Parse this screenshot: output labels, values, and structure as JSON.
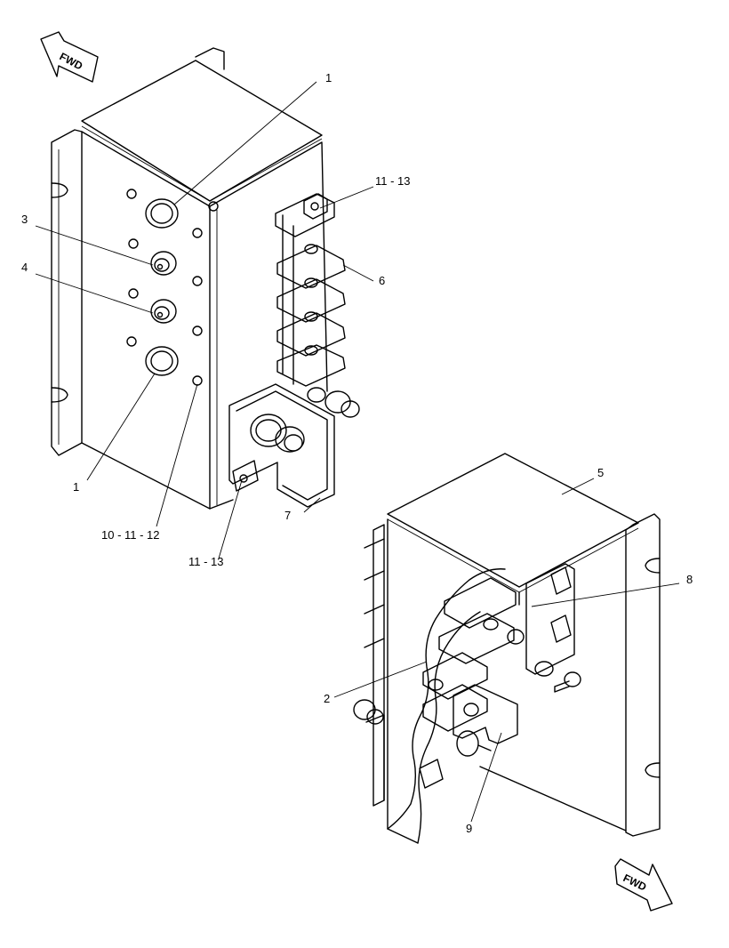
{
  "callouts": {
    "c1_top": "1",
    "c1_bottom": "1",
    "c2": "2",
    "c3": "3",
    "c4": "4",
    "c5": "5",
    "c6": "6",
    "c7": "7",
    "c8": "8",
    "c9": "9",
    "c10_11_12": "10 - 11 - 12",
    "c11_13_top": "11 - 13",
    "c11_13_bottom": "11 - 13"
  },
  "arrows": {
    "fwd_top": "FWD",
    "fwd_bottom": "FWD"
  }
}
